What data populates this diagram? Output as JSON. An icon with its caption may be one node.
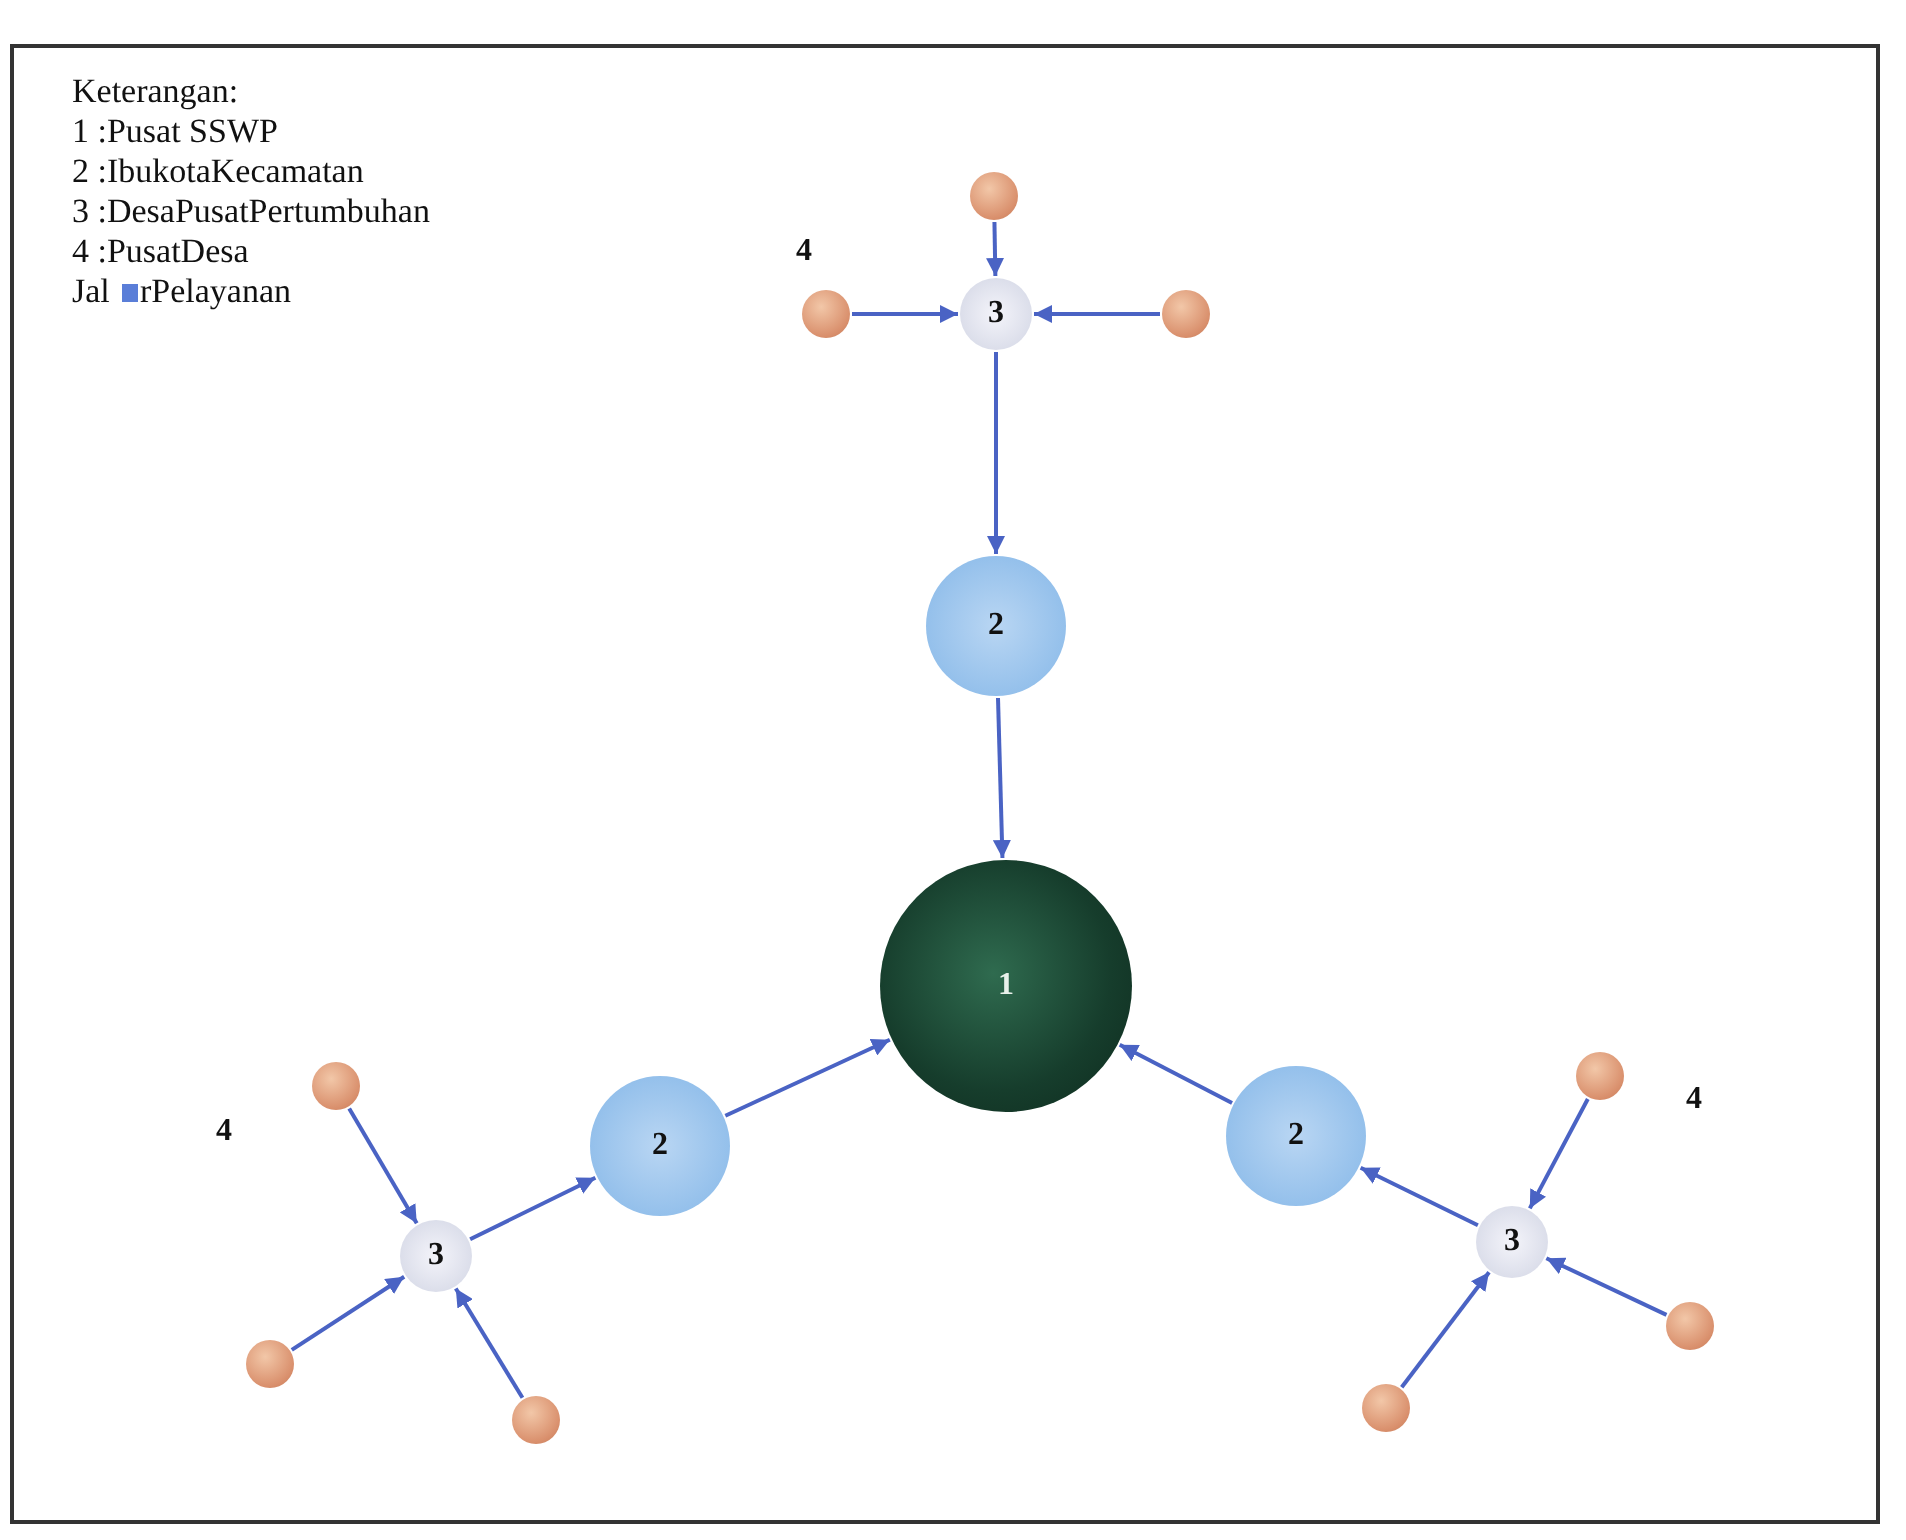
{
  "diagram": {
    "nodes": [
      {
        "text": [],
        "shape": "circle"
      },
      {
        "text": [],
        "shape": "circle"
      },
      {
        "text": [
          "3"
        ]
      },
      {
        "text": [],
        "shape": "circle"
      },
      {
        "text": [
          "2"
        ]
      },
      {
        "text": [
          "1"
        ]
      },
      {
        "text": [],
        "shape": "circle"
      },
      {
        "text": [],
        "shape": "circle"
      },
      {
        "text": [
          "2"
        ]
      },
      {
        "text": [
          "2"
        ]
      },
      {
        "text": [
          "3"
        ]
      },
      {
        "text": [
          "3"
        ]
      },
      {
        "text": [],
        "shape": "circle"
      },
      {
        "text": [],
        "shape": "circle"
      },
      {
        "text": [],
        "shape": "circle"
      },
      {
        "text": [],
        "shape": "circle"
      }
    ],
    "edges": [
      {
        "from": 0,
        "to": 2,
        "arrow": "to"
      },
      {
        "from": 1,
        "to": 2,
        "arrow": "to"
      },
      {
        "from": 3,
        "to": 2,
        "arrow": "to"
      },
      {
        "from": 2,
        "to": 4,
        "arrow": "to"
      },
      {
        "from": 4,
        "to": 5,
        "arrow": "to"
      },
      {
        "from": 9,
        "to": 5,
        "arrow": "to"
      },
      {
        "from": 8,
        "to": 5,
        "arrow": "to"
      },
      {
        "from": 11,
        "to": 9,
        "arrow": "to"
      },
      {
        "from": 10,
        "to": 8,
        "arrow": "to"
      },
      {
        "from": 6,
        "to": 11,
        "arrow": "to"
      },
      {
        "from": 13,
        "to": 11,
        "arrow": "to"
      },
      {
        "from": 15,
        "to": 11,
        "arrow": "to"
      },
      {
        "from": 7,
        "to": 10,
        "arrow": "to"
      },
      {
        "from": 12,
        "to": 10,
        "arrow": "to"
      },
      {
        "from": 14,
        "to": 10,
        "arrow": "to"
      }
    ],
    "labels": [
      "Keterangan:",
      "1 :Pusat SSWP",
      "2 :IbukotaKecamatan",
      "3 :DesaPusatPertumbuhan",
      "4 :PusatDesa",
      "Jal",
      "rPelayanan",
      "4",
      "4",
      "4"
    ]
  }
}
